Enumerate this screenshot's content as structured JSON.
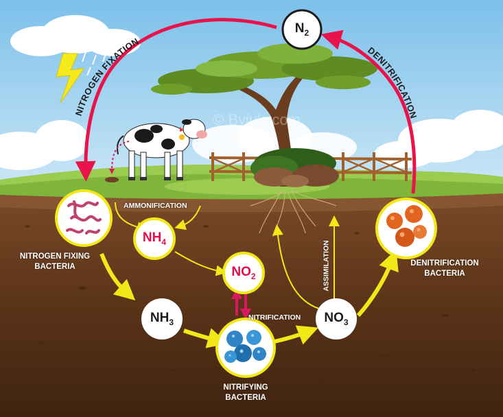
{
  "watermark": "© Byju's.com",
  "arcs": {
    "left": "NITROGEN FIXATION",
    "right": "DENITRIFICATION"
  },
  "compounds": {
    "n2": {
      "base": "N",
      "sub": "2"
    },
    "nh4": {
      "base": "NH",
      "sub": "4"
    },
    "no2": {
      "base": "NO",
      "sub": "2"
    },
    "nh3": {
      "base": "NH",
      "sub": "3"
    },
    "no3": {
      "base": "NO",
      "sub": "3"
    }
  },
  "process_labels": {
    "ammonification": "AMMONIFICATION",
    "nitrification": "NITRIFICATION",
    "assimilation": "ASSIMILATION"
  },
  "bacteria": {
    "fixing": [
      "NITROGEN FIXING",
      "BACTERIA"
    ],
    "nitrifying": [
      "NITRIFYING",
      "BACTERIA"
    ],
    "denitrification": [
      "DENITRIFICATION",
      "BACTERIA"
    ]
  },
  "colors": {
    "sky": "#8cc9ec",
    "cloud": "#ffffff",
    "grass": "#7fb53a",
    "soil_top": "#7a4a28",
    "soil_bottom": "#4a2a14",
    "arc_red": "#e8134a",
    "yellow": "#f3e817",
    "nh4_red": "#e30d4e",
    "fixing_bacteria": "#c0416a",
    "nitrifying_bacteria": "#2e84c4",
    "denitrification_bacteria": "#e2641f"
  }
}
